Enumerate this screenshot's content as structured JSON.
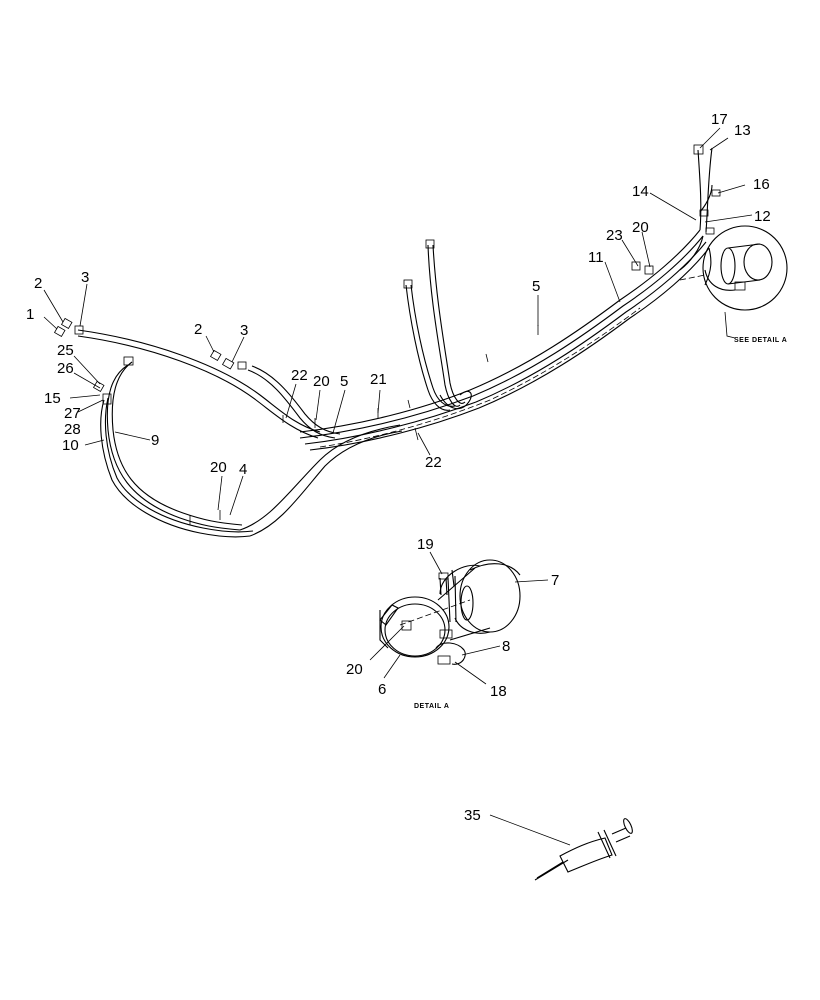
{
  "callouts": {
    "c1": "1",
    "c2a": "2",
    "c3a": "3",
    "c2b": "2",
    "c3b": "3",
    "c25": "25",
    "c26": "26",
    "c15": "15",
    "c27": "27",
    "c28": "28",
    "c10": "10",
    "c9": "9",
    "c22a": "22",
    "c20a": "20",
    "c5a": "5",
    "c21": "21",
    "c22b": "22",
    "c20b": "20",
    "c4": "4",
    "c5b": "5",
    "c11": "11",
    "c23": "23",
    "c20c": "20",
    "c14": "14",
    "c12": "12",
    "c16": "16",
    "c17": "17",
    "c13": "13",
    "c19": "19",
    "c7": "7",
    "c8": "8",
    "c20d": "20",
    "c6": "6",
    "c18": "18",
    "c35": "35"
  },
  "labels": {
    "see_detail": "SEE DETAIL A",
    "detail_title": "DETAIL A"
  }
}
